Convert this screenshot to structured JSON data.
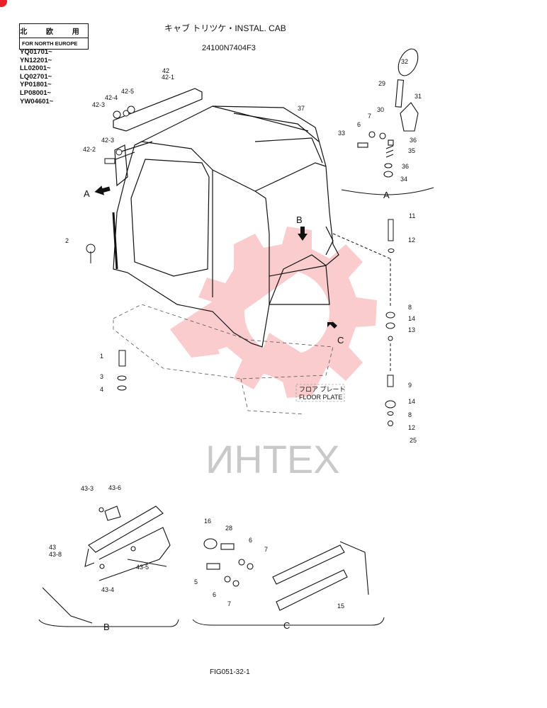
{
  "header": {
    "title_jp": "キャブ トリツケ・INSTAL. CAB",
    "code": "24100N7404F3"
  },
  "region_box": {
    "line1": "北 欧 用",
    "line2": "FOR NORTH EUROPE"
  },
  "serials": [
    "YQ01701~",
    "YN12201~",
    "LL02001~",
    "LQ02701~",
    "YP01801~",
    "LP08001~",
    "YW04601~"
  ],
  "floor_plate": {
    "jp": "フロア プレート",
    "en": "FLOOR PLATE"
  },
  "watermark": "ИНТЕХ",
  "figure_id": "FIG051-32-1",
  "view_labels": {
    "a": "A",
    "b": "B",
    "c": "C"
  },
  "parts": {
    "p42": "42",
    "p42_1": "42-1",
    "p42_2": "42-2",
    "p42_3a": "42-3",
    "p42_3b": "42-3",
    "p42_4": "42-4",
    "p42_5": "42-5",
    "p37": "37",
    "p2": "2",
    "p1": "1",
    "p3": "3",
    "p4": "4",
    "p32": "32",
    "p29": "29",
    "p31": "31",
    "p30": "30",
    "p7a": "7",
    "p6a": "6",
    "p33": "33",
    "p36a": "36",
    "p35": "35",
    "p36b": "36",
    "p34": "34",
    "p11": "11",
    "p12a": "12",
    "p8a": "8",
    "p14a": "14",
    "p13": "13",
    "p9": "9",
    "p14b": "14",
    "p8b": "8",
    "p12b": "12",
    "p25": "25",
    "p43_3": "43-3",
    "p43_6": "43-6",
    "p43": "43",
    "p43_8": "43-8",
    "p43_5": "43-5",
    "p43_4": "43-4",
    "p16": "16",
    "p28": "28",
    "p6b": "6",
    "p7b": "7",
    "p5": "5",
    "p6c": "6",
    "p7c": "7",
    "p15": "15"
  }
}
